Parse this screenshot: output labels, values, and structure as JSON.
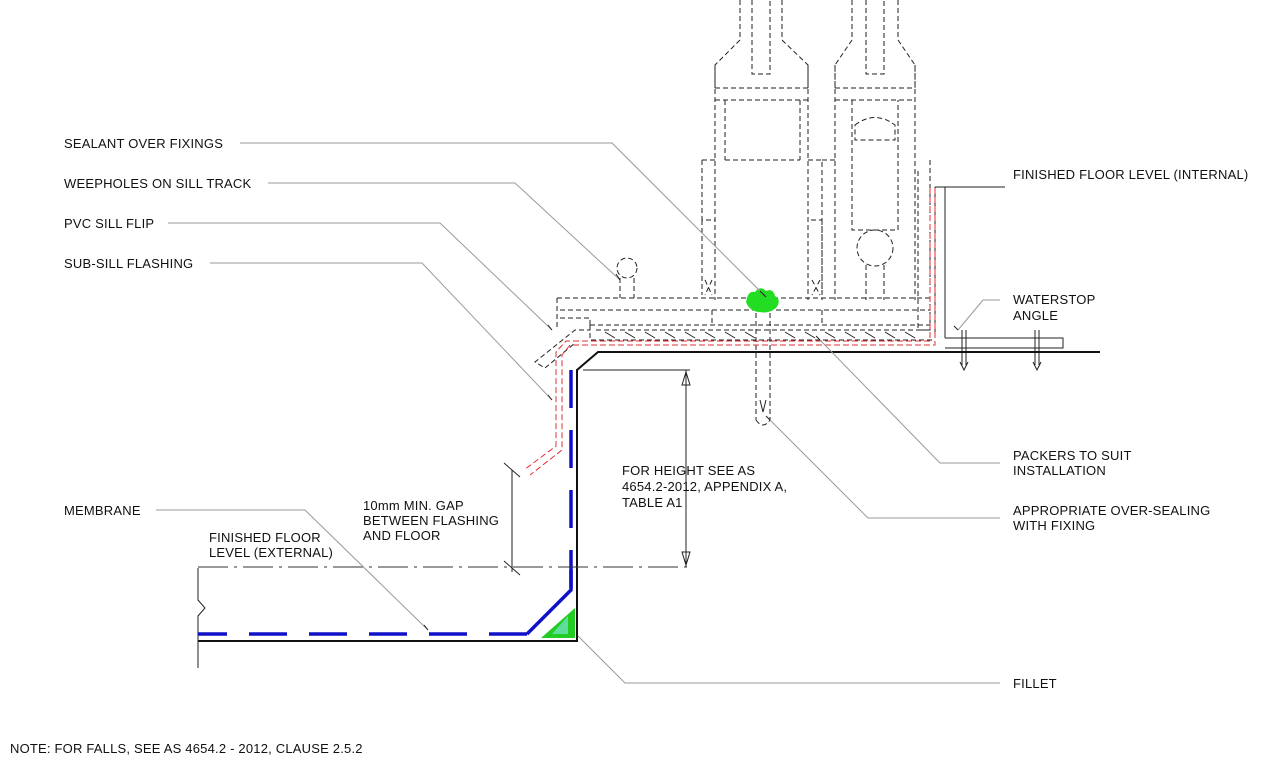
{
  "labels": {
    "sealant": "SEALANT OVER FIXINGS",
    "weepholes": "WEEPHOLES ON SILL TRACK",
    "pvc_flip": "PVC SILL FLIP",
    "sub_sill": "SUB-SILL FLASHING",
    "membrane": "MEMBRANE",
    "ffl_ext_1": "FINISHED FLOOR",
    "ffl_ext_2": "LEVEL (EXTERNAL)",
    "gap_1": "10mm MIN. GAP",
    "gap_2": "BETWEEN FLASHING",
    "gap_3": "AND FLOOR",
    "height_1": "FOR HEIGHT SEE AS",
    "height_2": "4654.2-2012, APPENDIX A,",
    "height_3": "TABLE A1",
    "ffl_int": "FINISHED FLOOR LEVEL (INTERNAL)",
    "waterstop_1": "WATERSTOP",
    "waterstop_2": "ANGLE",
    "packers_1": "PACKERS TO SUIT",
    "packers_2": "INSTALLATION",
    "oversealing_1": "APPROPRIATE OVER-SEALING",
    "oversealing_2": "WITH FIXING",
    "fillet": "FILLET"
  },
  "note": "NOTE: FOR FALLS, SEE AS 4654.2 - 2012, CLAUSE 2.5.2",
  "colors": {
    "membrane": "#1010c8",
    "flashing": "#e03030",
    "sealant": "#22dd22",
    "fillet": "#22cc22"
  }
}
